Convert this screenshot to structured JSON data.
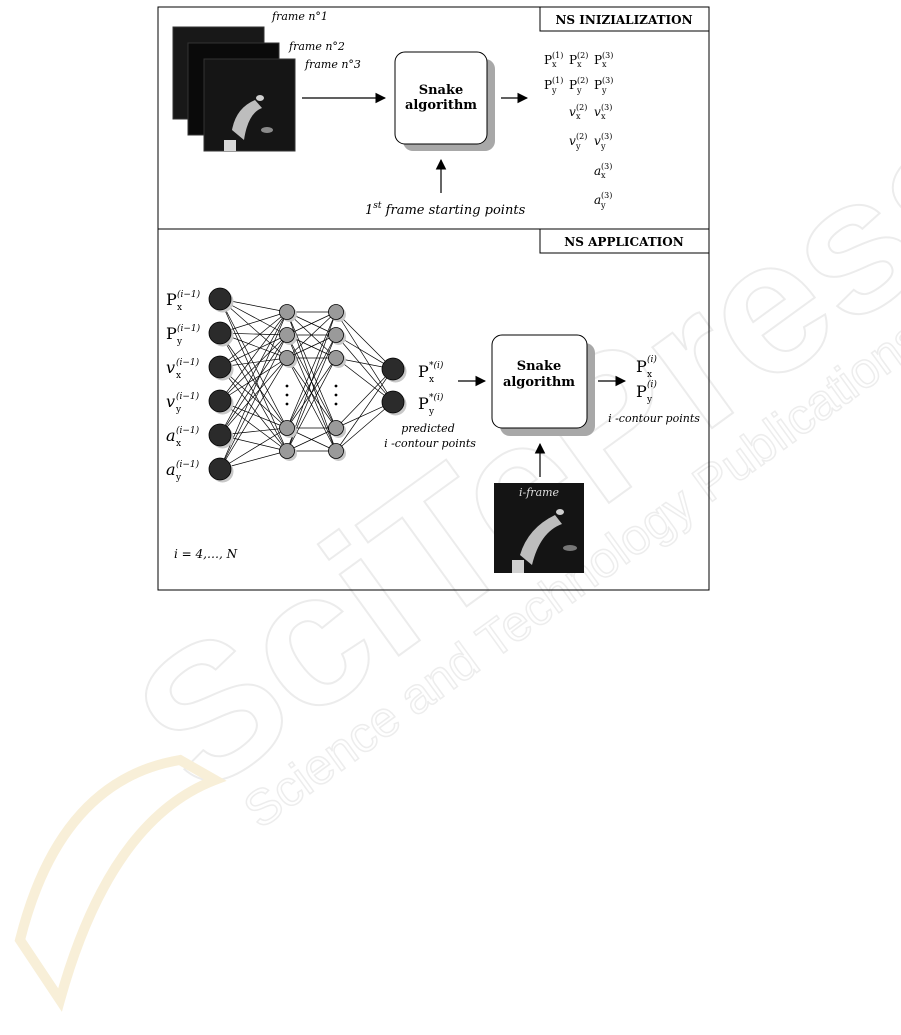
{
  "watermark": {
    "brand": "SciTePress",
    "tagline": "Science and Technology Publications"
  },
  "top_panel": {
    "title": "NS INIZIALIZATION",
    "frame_labels": [
      "frame n°1",
      "frame n°2",
      "frame n°3"
    ],
    "snake_box": [
      "Snake",
      "algorithm"
    ],
    "starting_points": {
      "prefix": "1",
      "sup": "st",
      "suffix": " frame starting points"
    },
    "outputs": [
      {
        "base": "P",
        "sub": "x",
        "sups": [
          "(1)",
          "(2)",
          "(3)"
        ]
      },
      {
        "base": "P",
        "sub": "y",
        "sups": [
          "(1)",
          "(2)",
          "(3)"
        ]
      },
      {
        "base": "v",
        "sub": "x",
        "sups": [
          "(2)",
          "(3)"
        ]
      },
      {
        "base": "v",
        "sub": "y",
        "sups": [
          "(2)",
          "(3)"
        ]
      },
      {
        "base": "a",
        "sub": "x",
        "sups": [
          "(3)"
        ]
      },
      {
        "base": "a",
        "sub": "y",
        "sups": [
          "(3)"
        ]
      }
    ]
  },
  "bottom_panel": {
    "title": "NS APPLICATION",
    "inputs": [
      {
        "base": "P",
        "sub": "x",
        "sup": "(i−1)"
      },
      {
        "base": "P",
        "sub": "y",
        "sup": "(i−1)"
      },
      {
        "base": "v",
        "sub": "x",
        "sup": "(i−1)"
      },
      {
        "base": "v",
        "sub": "y",
        "sup": "(i−1)"
      },
      {
        "base": "a",
        "sub": "x",
        "sup": "(i−1)"
      },
      {
        "base": "a",
        "sub": "y",
        "sup": "(i−1)"
      }
    ],
    "predicted": [
      {
        "base": "P",
        "sub": "x",
        "sup": "*(i)"
      },
      {
        "base": "P",
        "sub": "y",
        "sup": "*(i)"
      }
    ],
    "predicted_caption": [
      "predicted",
      "i -contour points"
    ],
    "snake_box": [
      "Snake",
      "algorithm"
    ],
    "final_outputs": [
      {
        "base": "P",
        "sub": "x",
        "sup": "(i)"
      },
      {
        "base": "P",
        "sub": "y",
        "sup": "(i)"
      }
    ],
    "final_caption": "i -contour points",
    "iframe_label": "i-frame",
    "index_range": "i = 4,…, N"
  }
}
